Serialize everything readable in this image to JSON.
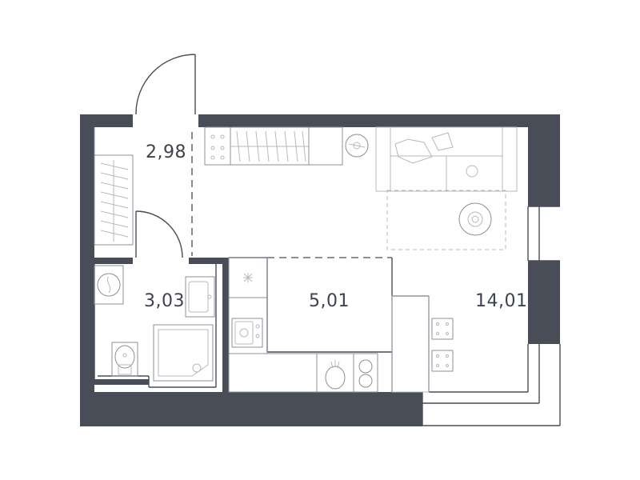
{
  "plan": {
    "rooms": [
      {
        "id": "hallway",
        "area": "2,98"
      },
      {
        "id": "bathroom",
        "area": "3,03"
      },
      {
        "id": "kitchen",
        "area": "5,01"
      },
      {
        "id": "living",
        "area": "14,01"
      }
    ]
  },
  "colors": {
    "wall": "#484d58",
    "line": "#8a8f98",
    "light_line": "#b5b9bf",
    "background": "#ffffff"
  }
}
